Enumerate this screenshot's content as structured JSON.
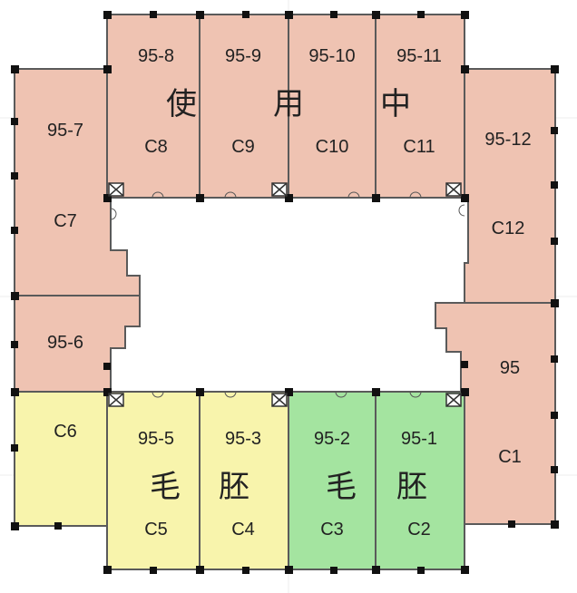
{
  "colors": {
    "in_use": "#efc3b2",
    "blank_yellow": "#f8f4ac",
    "blank_green": "#a4e4a0",
    "wall": "#555555",
    "courtyard": "#ffffff"
  },
  "units": [
    {
      "id": "95-8",
      "code": "C8",
      "status": "in_use"
    },
    {
      "id": "95-9",
      "code": "C9",
      "status": "in_use"
    },
    {
      "id": "95-10",
      "code": "C10",
      "status": "in_use"
    },
    {
      "id": "95-11",
      "code": "C11",
      "status": "in_use"
    },
    {
      "id": "95-7",
      "code": "C7",
      "status": "in_use"
    },
    {
      "id": "95-12",
      "code": "C12",
      "status": "in_use"
    },
    {
      "id": "95-6",
      "code": "",
      "status": "in_use"
    },
    {
      "id": "95",
      "code": "C1",
      "status": "in_use"
    },
    {
      "id": "",
      "code": "C6",
      "status": "blank_yellow"
    },
    {
      "id": "95-5",
      "code": "C5",
      "status": "blank_yellow"
    },
    {
      "id": "95-3",
      "code": "C4",
      "status": "blank_yellow"
    },
    {
      "id": "95-2",
      "code": "C3",
      "status": "blank_green"
    },
    {
      "id": "95-1",
      "code": "C2",
      "status": "blank_green"
    }
  ],
  "status_labels": {
    "in_use": [
      "使",
      "用",
      "中"
    ],
    "blank": [
      "毛",
      "胚",
      "毛",
      "胚"
    ]
  }
}
